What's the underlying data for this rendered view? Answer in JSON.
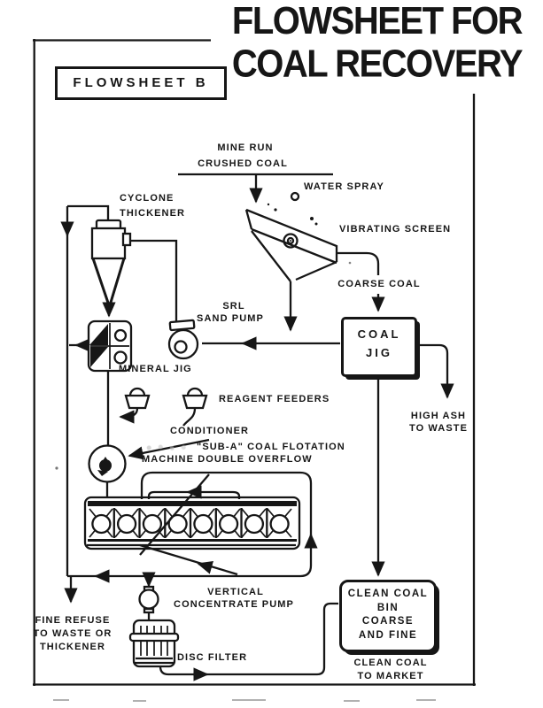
{
  "title": {
    "line1": "FLOWSHEET FOR",
    "line2": "COAL RECOVERY"
  },
  "flowsheet_label": "FLOWSHEET B",
  "labels": {
    "mine_run": {
      "line1": "MINE RUN",
      "line2": "CRUSHED COAL"
    },
    "water_spray": "WATER SPRAY",
    "cyclone": {
      "line1": "CYCLONE",
      "line2": "THICKENER"
    },
    "vibrating_screen": "VIBRATING SCREEN",
    "coarse_coal": "COARSE COAL",
    "srl_pump": {
      "line1": "SRL",
      "line2": "SAND PUMP"
    },
    "mineral_jig": "MINERAL JIG",
    "coal_jig": {
      "line1": "COAL",
      "line2": "JIG"
    },
    "high_ash": {
      "line1": "HIGH ASH",
      "line2": "TO WASTE"
    },
    "reagent_feeders": "REAGENT FEEDERS",
    "conditioner": "CONDITIONER",
    "flotation": {
      "line1": "\"SUB-A\" COAL FLOTATION",
      "line2": "MACHINE DOUBLE OVERFLOW"
    },
    "vertical_pump": {
      "line1": "VERTICAL",
      "line2": "CONCENTRATE PUMP"
    },
    "fine_refuse": {
      "line1": "FINE REFUSE",
      "line2": "TO WASTE OR",
      "line3": "THICKENER"
    },
    "disc_filter": "DISC FILTER",
    "clean_coal_bin": {
      "line1": "CLEAN COAL",
      "line2": "BIN",
      "line3": "COARSE",
      "line4": "AND FINE"
    },
    "clean_coal_market": {
      "line1": "CLEAN COAL",
      "line2": "TO MARKET"
    }
  },
  "colors": {
    "ink": "#161616",
    "paper": "#ffffff"
  }
}
